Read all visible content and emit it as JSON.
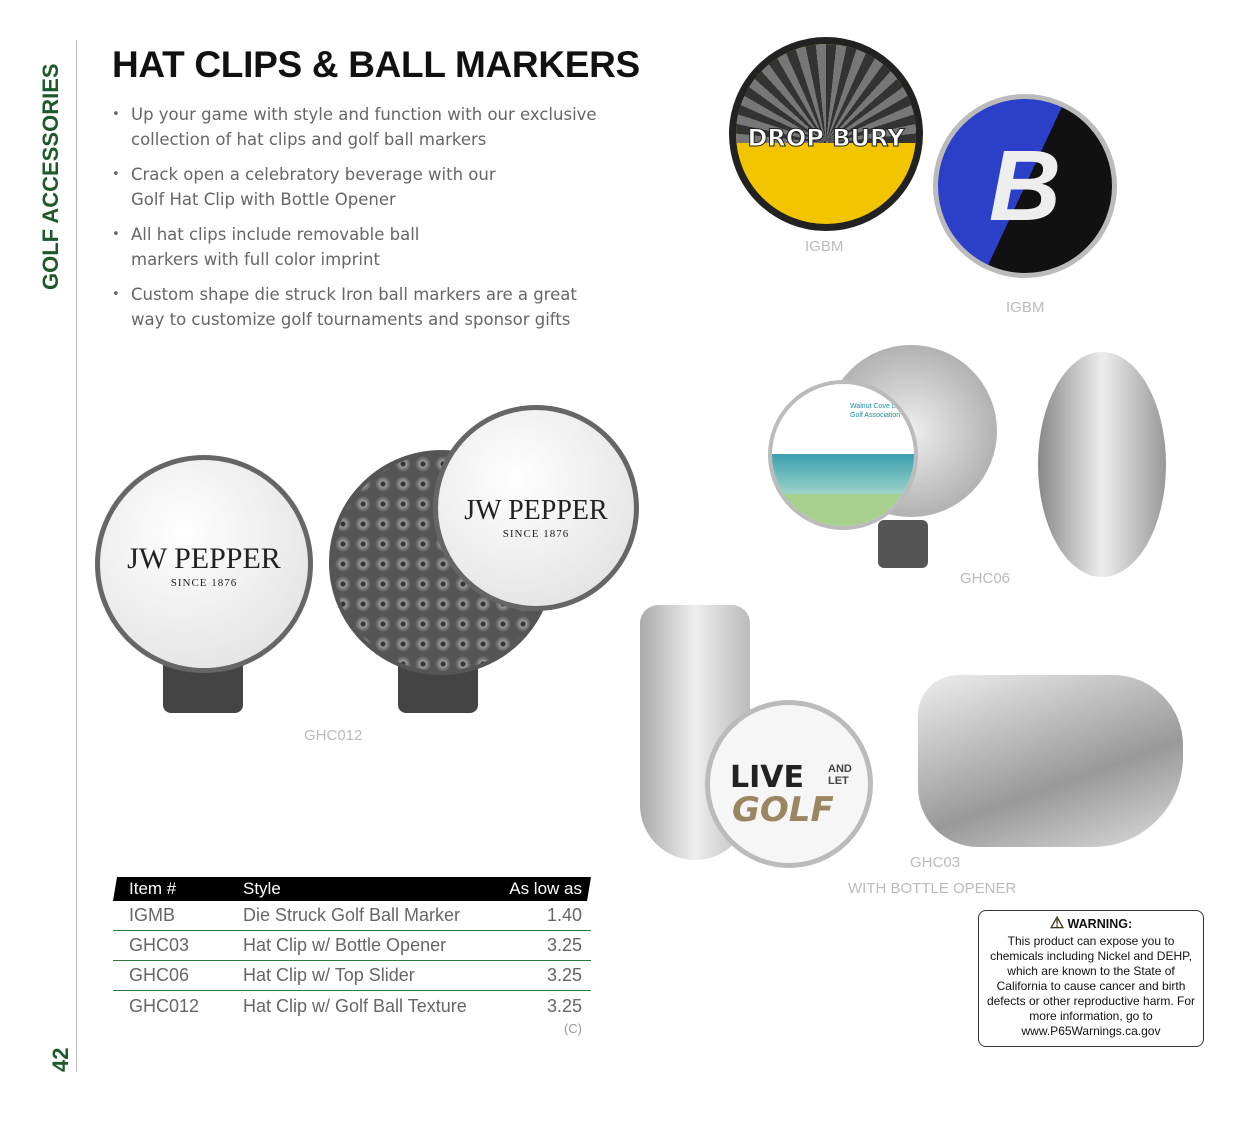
{
  "sidebar": {
    "section": "GOLF ACCESSORIES",
    "page_number": "42"
  },
  "title": "HAT CLIPS & BALL MARKERS",
  "bullets": [
    "Up your game with style and function with our exclusive collection of hat clips and golf ball markers",
    "Crack open a celebratory beverage with our Golf Hat Clip with Bottle Opener",
    "All hat clips include removable ball markers with full color imprint",
    "Custom shape die struck Iron ball markers are a great way to customize golf tournaments and sponsor gifts"
  ],
  "products": {
    "igbm1": {
      "caption": "IGBM",
      "logo": "DROP BURY"
    },
    "igbm2": {
      "caption": "IGBM",
      "logo": "B"
    },
    "ghc06": {
      "caption": "GHC06",
      "logo": "Walnut Cove Ladies Golf Association"
    },
    "ghc012": {
      "caption": "GHC012",
      "logo_main": "JW PEPPER",
      "logo_sub": "SINCE 1876"
    },
    "ghc03": {
      "caption": "GHC03",
      "caption2": "WITH BOTTLE OPENER",
      "logo_a": "LIVE",
      "logo_b": "AND LET",
      "logo_c": "GOLF"
    }
  },
  "table": {
    "headers": [
      "Item #",
      "Style",
      "As low as"
    ],
    "rows": [
      {
        "item": "IGMB",
        "style": "Die Struck Golf Ball Marker",
        "price": "1.40"
      },
      {
        "item": "GHC03",
        "style": "Hat Clip w/ Bottle Opener",
        "price": "3.25"
      },
      {
        "item": "GHC06",
        "style": "Hat Clip w/ Top Slider",
        "price": "3.25"
      },
      {
        "item": "GHC012",
        "style": "Hat Clip w/ Golf Ball Texture",
        "price": "3.25"
      }
    ],
    "note": "(C)"
  },
  "warning": {
    "title": "WARNING:",
    "icon": "warning-triangle-icon",
    "text": "This product can expose you to chemicals including Nickel and DEHP, which are known to the State of California to cause cancer and birth defects or other reproductive harm. For more information, go to www.P65Warnings.ca.gov"
  },
  "colors": {
    "accent": "#1d5a2a"
  }
}
